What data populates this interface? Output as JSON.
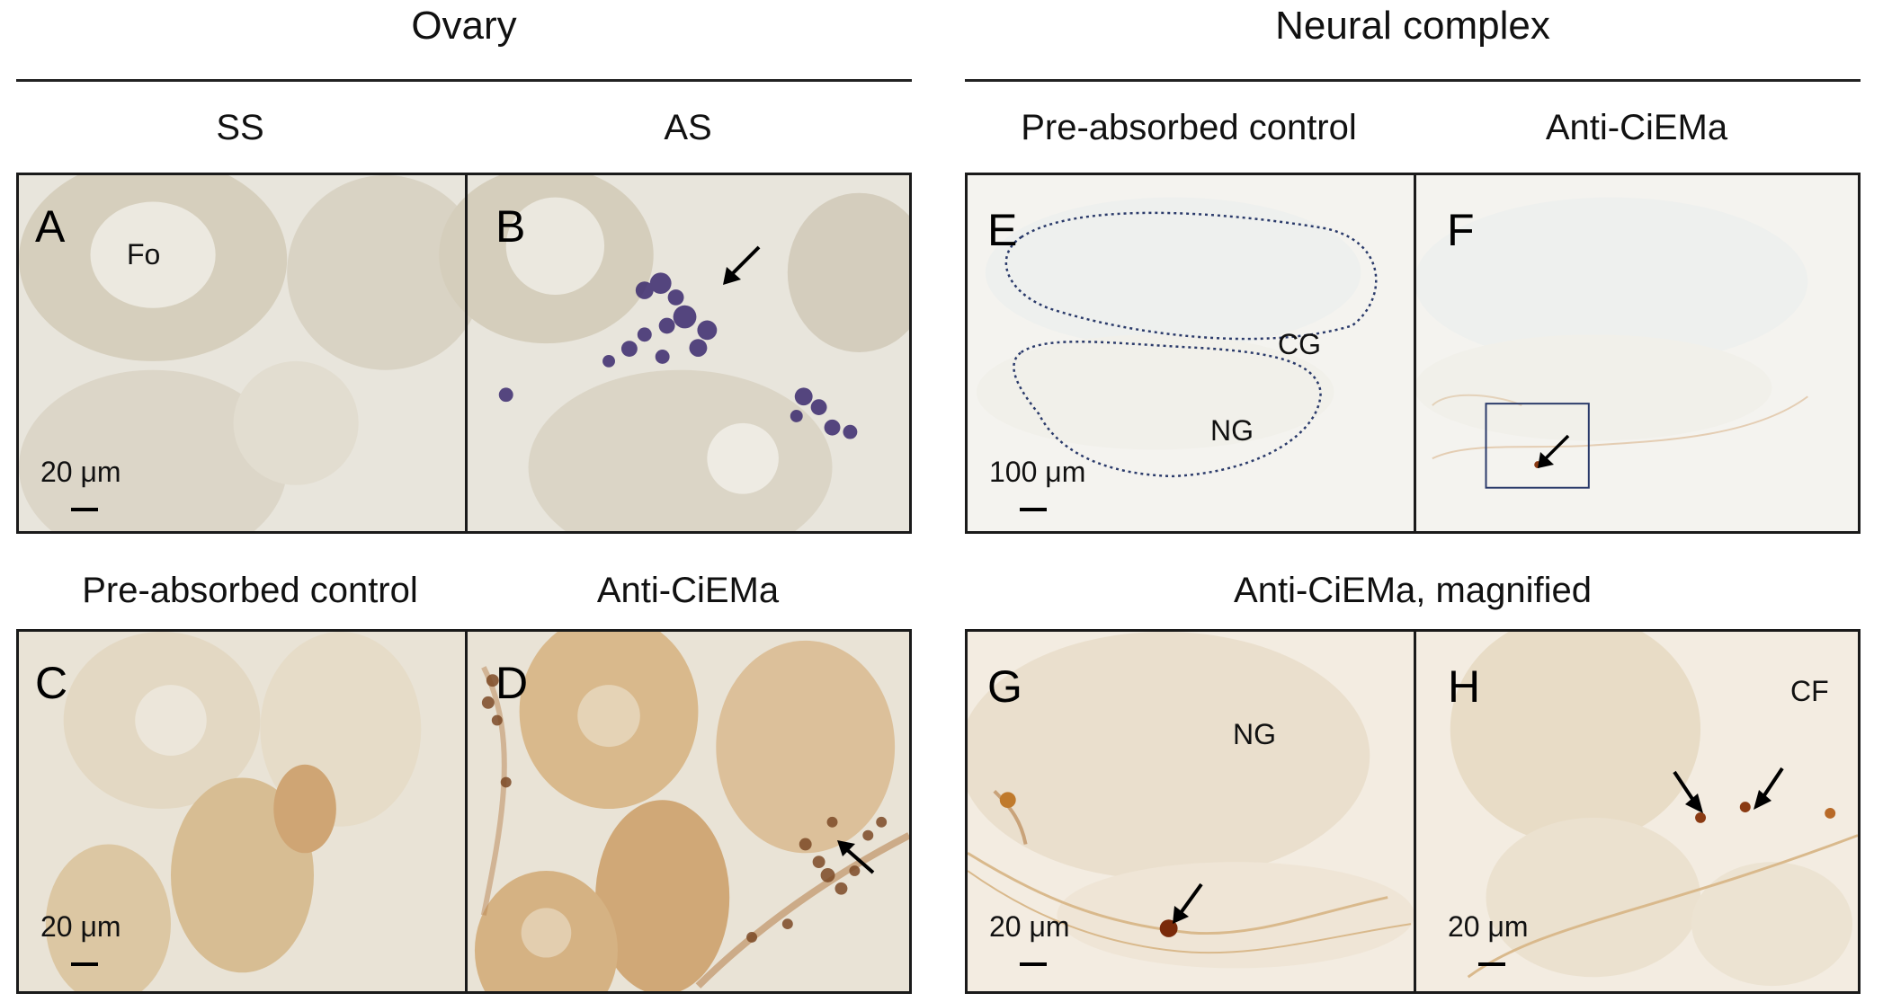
{
  "sections": {
    "ovary": {
      "title": "Ovary"
    },
    "neural": {
      "title": "Neural complex"
    }
  },
  "subheads": {
    "ss": "SS",
    "as": "AS",
    "ovary_control": "Pre-absorbed control",
    "ovary_anti": "Anti-CiEMa",
    "neural_control": "Pre-absorbed control",
    "neural_anti": "Anti-CiEMa",
    "neural_magnified": "Anti-CiEMa, magnified"
  },
  "panels": {
    "A": {
      "letter": "A",
      "label": "Fo",
      "scale": "20 μm"
    },
    "B": {
      "letter": "B"
    },
    "C": {
      "letter": "C",
      "scale": "20 μm"
    },
    "D": {
      "letter": "D"
    },
    "E": {
      "letter": "E",
      "label_cg": "CG",
      "label_ng": "NG",
      "scale": "100 μm"
    },
    "F": {
      "letter": "F"
    },
    "G": {
      "letter": "G",
      "label": "NG",
      "scale": "20 μm"
    },
    "H": {
      "letter": "H",
      "label": "CF",
      "scale": "20 μm"
    }
  },
  "colors": {
    "ish_tissue": "#d8d1c2",
    "ish_signal": "#3b2a6e",
    "ihc_tissue": "#d9b98c",
    "ihc_signal": "#8a3a12",
    "neural_bg": "#f4f3ef"
  }
}
